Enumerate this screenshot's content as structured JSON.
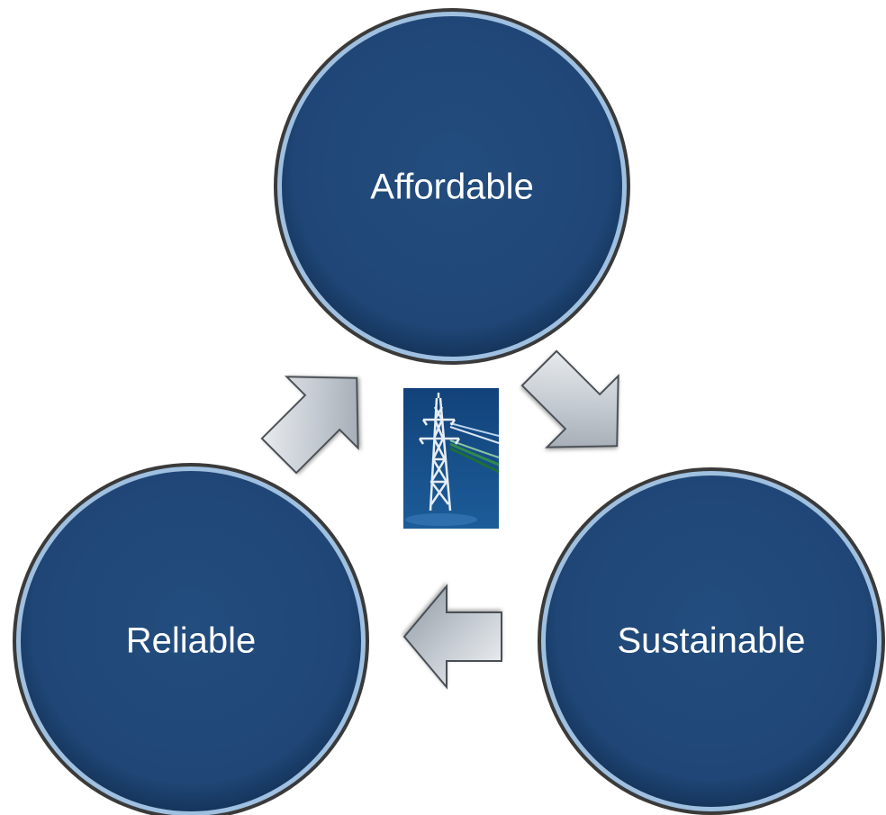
{
  "diagram": {
    "nodes": [
      {
        "id": "affordable",
        "label": "Affordable"
      },
      {
        "id": "sustainable",
        "label": "Sustainable"
      },
      {
        "id": "reliable",
        "label": "Reliable"
      }
    ],
    "edges": [
      {
        "from": "affordable",
        "to": "sustainable"
      },
      {
        "from": "sustainable",
        "to": "reliable"
      },
      {
        "from": "reliable",
        "to": "affordable"
      }
    ],
    "center_icon": "power-transmission-tower-icon",
    "colors": {
      "circle_fill": "#1e4675",
      "circle_rim": "#8fb3d6",
      "arrow_fill": "#c9ced5",
      "icon_background": "#1b5289"
    }
  }
}
